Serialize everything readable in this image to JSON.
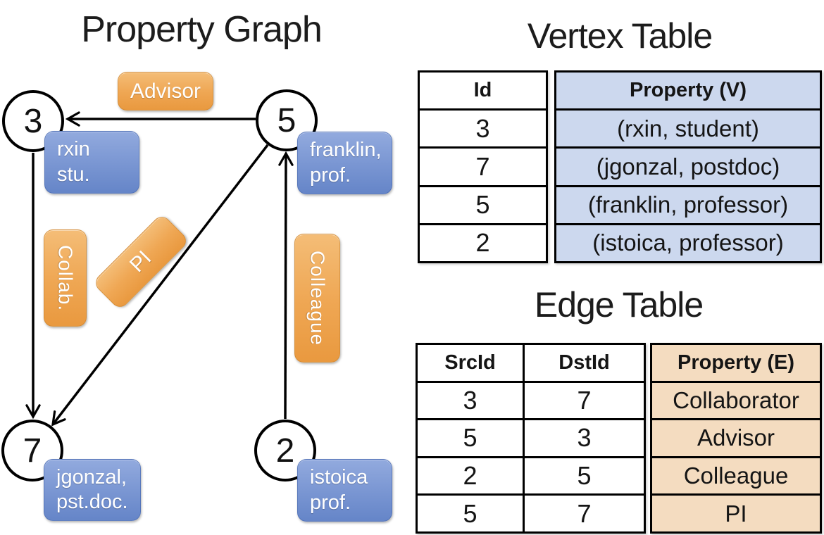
{
  "graph": {
    "title": "Property Graph",
    "vertices": [
      {
        "id": "3",
        "property_line1": "rxin",
        "property_line2": "stu."
      },
      {
        "id": "5",
        "property_line1": "franklin,",
        "property_line2": "prof."
      },
      {
        "id": "7",
        "property_line1": "jgonzal,",
        "property_line2": "pst.doc."
      },
      {
        "id": "2",
        "property_line1": "istoica",
        "property_line2": "prof."
      }
    ],
    "edges": [
      {
        "src": "5",
        "dst": "3",
        "label": "Advisor"
      },
      {
        "src": "3",
        "dst": "7",
        "label": "Collab."
      },
      {
        "src": "5",
        "dst": "7",
        "label": "PI"
      },
      {
        "src": "2",
        "dst": "5",
        "label": "Colleague"
      }
    ]
  },
  "vertex_table": {
    "title": "Vertex Table",
    "columns": {
      "id": "Id",
      "property": "Property (V)"
    },
    "rows": [
      {
        "id": "3",
        "property": "(rxin, student)"
      },
      {
        "id": "7",
        "property": "(jgonzal, postdoc)"
      },
      {
        "id": "5",
        "property": "(franklin, professor)"
      },
      {
        "id": "2",
        "property": "(istoica, professor)"
      }
    ]
  },
  "edge_table": {
    "title": "Edge Table",
    "columns": {
      "src": "SrcId",
      "dst": "DstId",
      "property": "Property (E)"
    },
    "rows": [
      {
        "src": "3",
        "dst": "7",
        "property": "Collaborator"
      },
      {
        "src": "5",
        "dst": "3",
        "property": "Advisor"
      },
      {
        "src": "2",
        "dst": "5",
        "property": "Colleague"
      },
      {
        "src": "5",
        "dst": "7",
        "property": "PI"
      }
    ]
  },
  "colors": {
    "edge_label_orange": "#EFA754",
    "vertex_label_blue": "#7B97D3",
    "vertex_property_cell_bg": "#CCD8EE",
    "edge_property_cell_bg": "#F4DCC0",
    "line_black": "#000000",
    "background": "#FFFFFF"
  }
}
